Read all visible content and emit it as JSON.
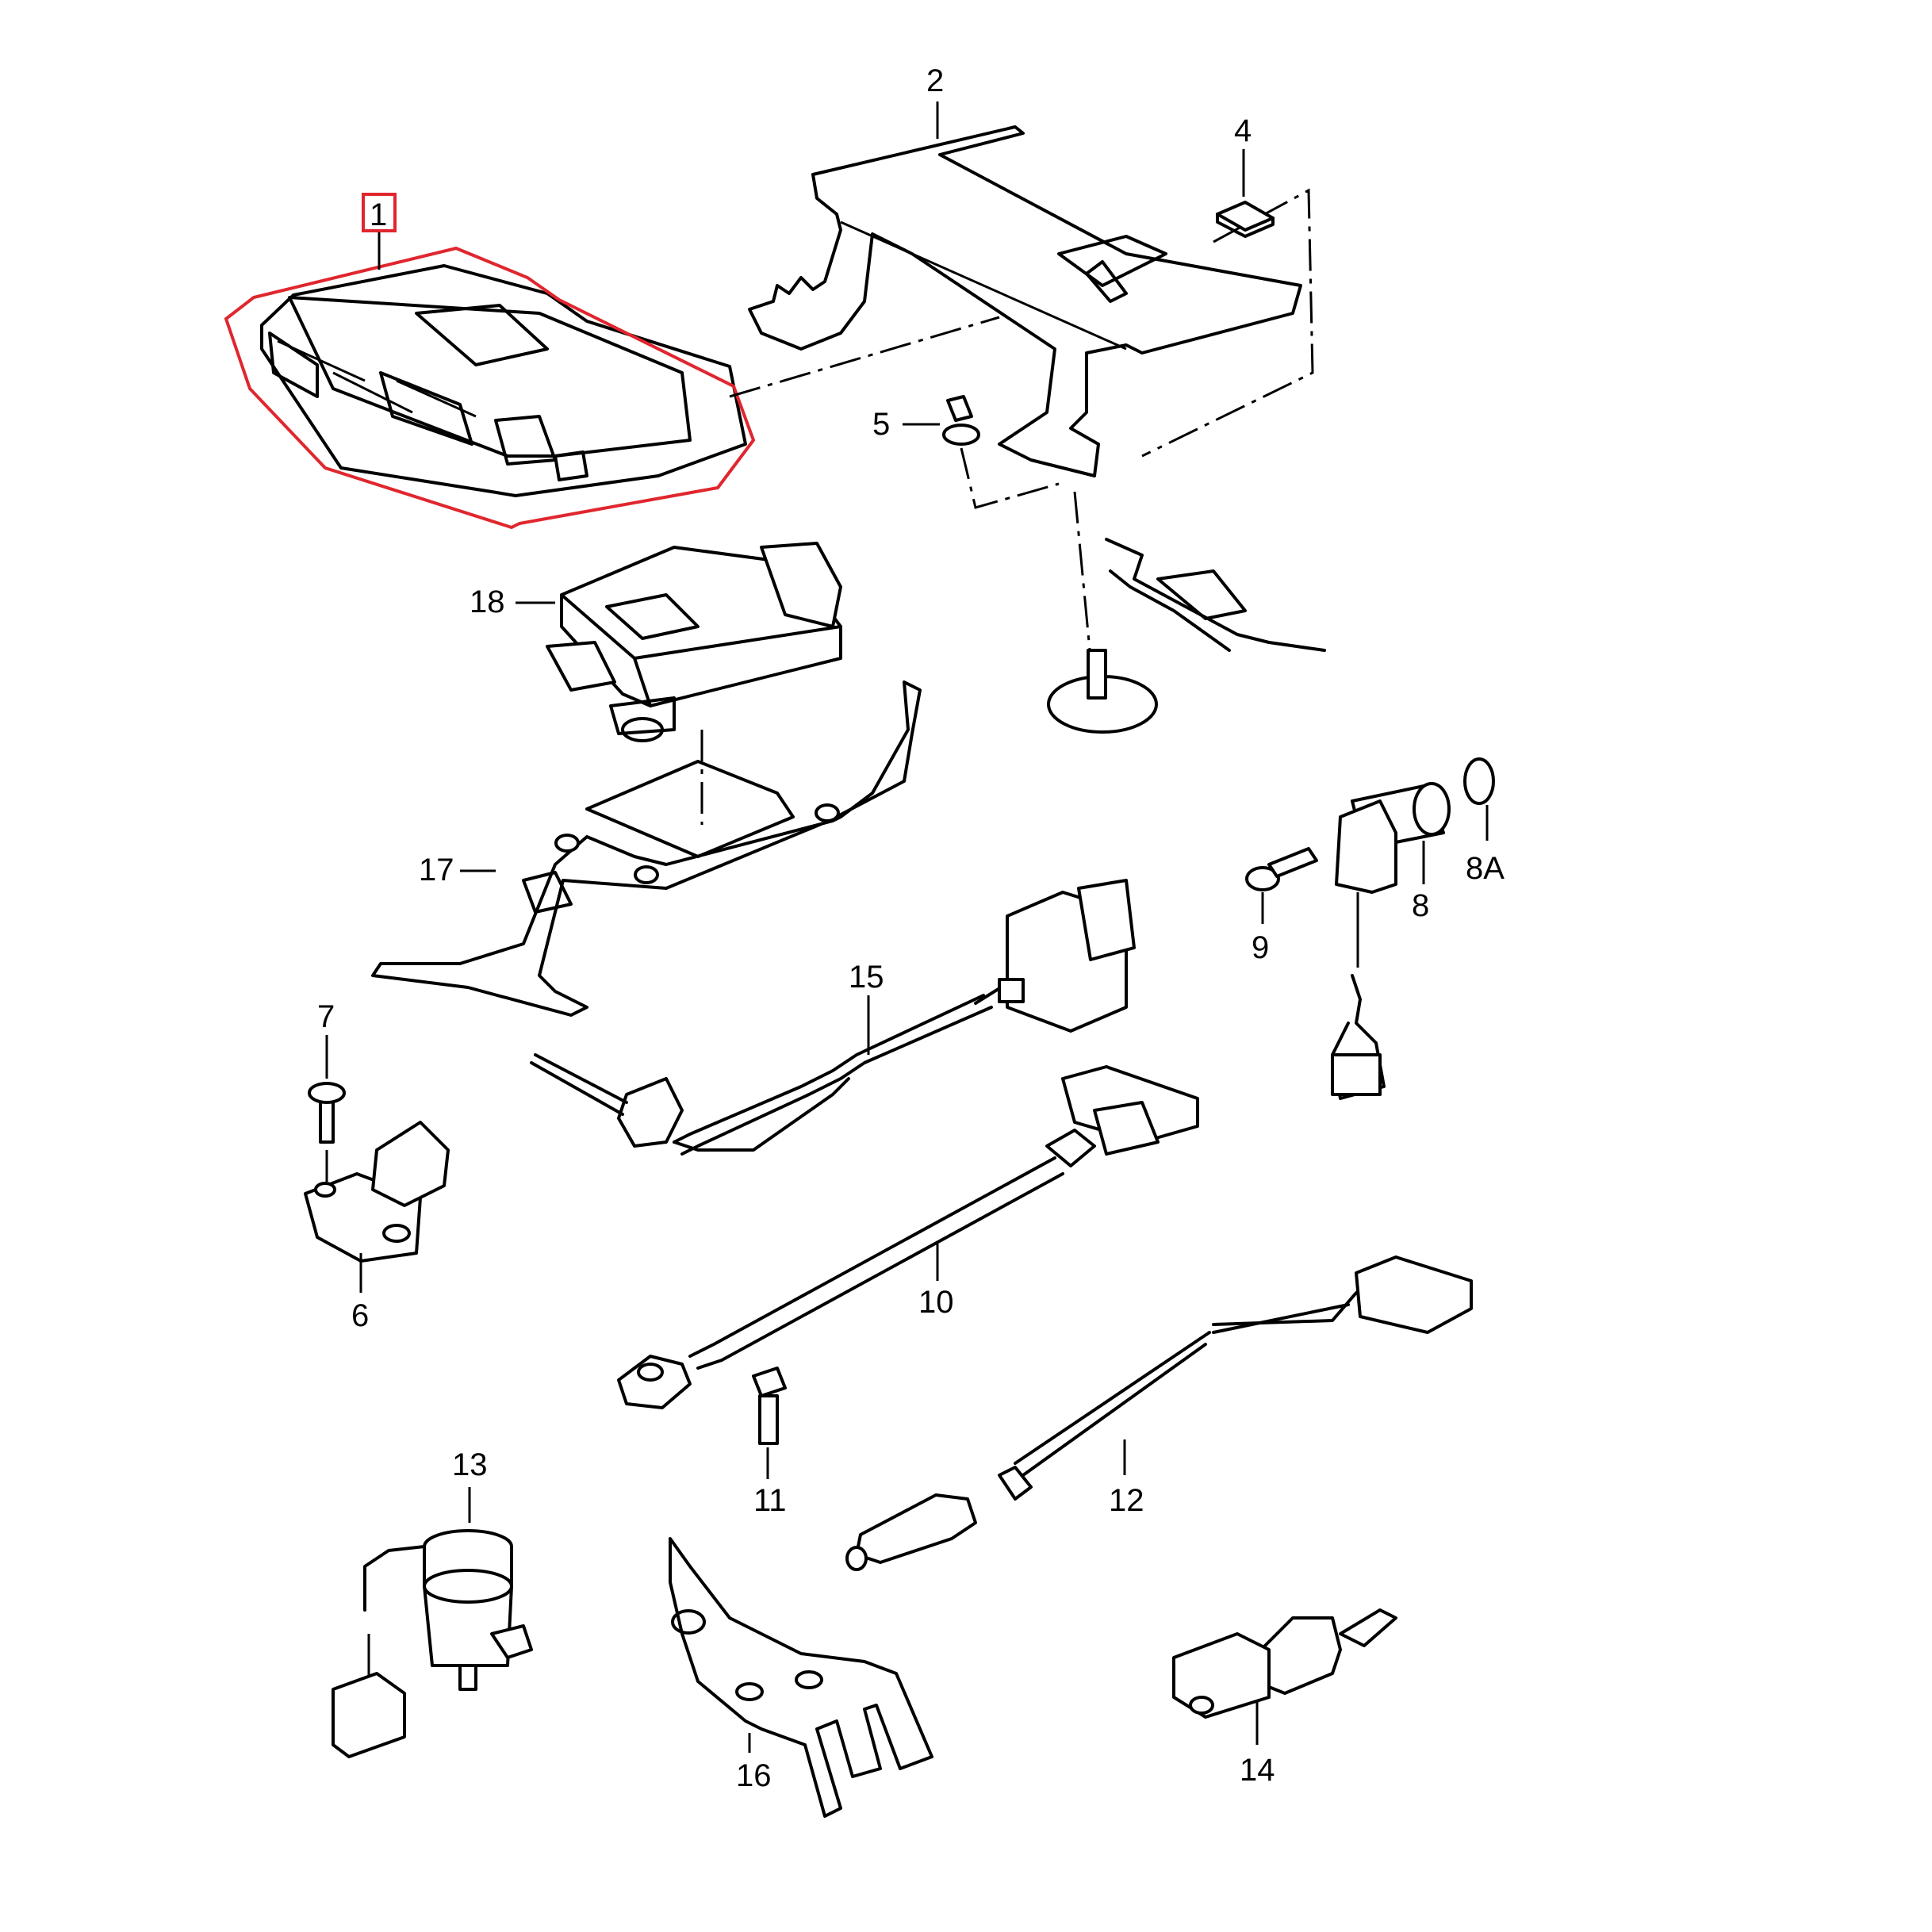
{
  "highlight_color": "#e0262e",
  "callouts": {
    "c1": "1",
    "c2": "2",
    "c4": "4",
    "c5": "5",
    "c6": "6",
    "c7": "7",
    "c8": "8",
    "c8a": "8A",
    "c9": "9",
    "c10": "10",
    "c11": "11",
    "c12": "12",
    "c13": "13",
    "c14": "14",
    "c15": "15",
    "c16": "16",
    "c17": "17",
    "c18": "18"
  },
  "highlighted_part": "1"
}
